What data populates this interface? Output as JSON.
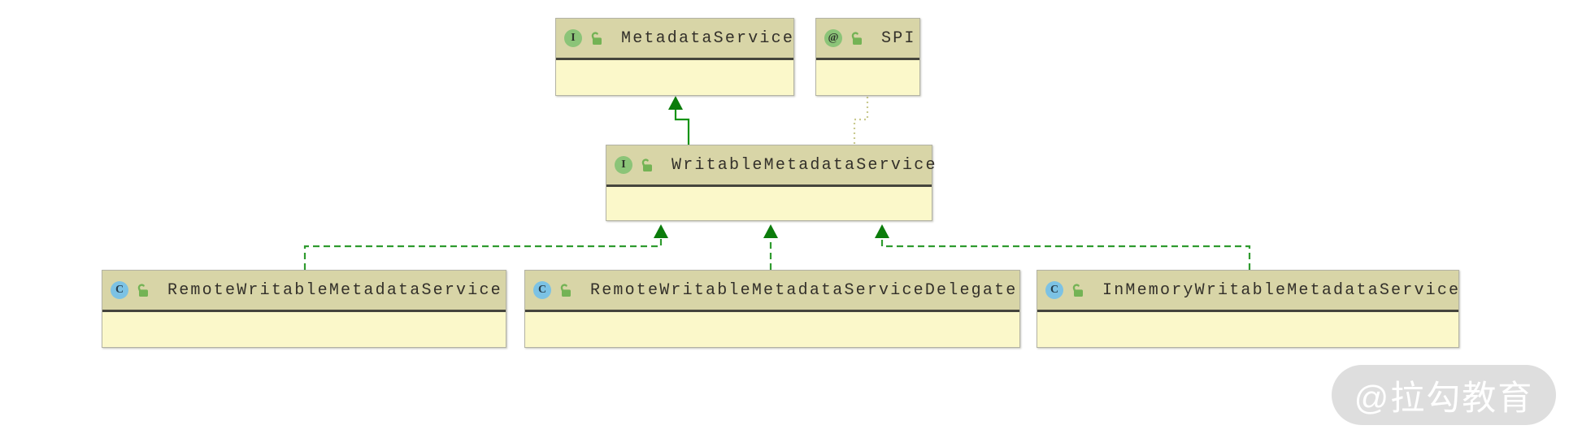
{
  "diagram": {
    "type": "uml-class-diagram",
    "nodes": [
      {
        "label": "MetadataService",
        "badge": "I",
        "badge_kind": "interface",
        "lock_icon": "unlocked-padlock"
      },
      {
        "label": "SPI",
        "badge": "@",
        "badge_kind": "annotation",
        "lock_icon": "unlocked-padlock"
      },
      {
        "label": "WritableMetadataService",
        "badge": "I",
        "badge_kind": "interface",
        "lock_icon": "unlocked-padlock"
      },
      {
        "label": "RemoteWritableMetadataService",
        "badge": "C",
        "badge_kind": "class",
        "lock_icon": "unlocked-padlock"
      },
      {
        "label": "RemoteWritableMetadataServiceDelegate",
        "badge": "C",
        "badge_kind": "class",
        "lock_icon": "unlocked-padlock"
      },
      {
        "label": "InMemoryWritableMetadataService",
        "badge": "C",
        "badge_kind": "class",
        "lock_icon": "unlocked-padlock"
      }
    ],
    "edges": [
      {
        "from": "WritableMetadataService",
        "to": "MetadataService",
        "relation": "extends",
        "line_style": "solid-green-filled-arrow"
      },
      {
        "from": "WritableMetadataService",
        "to": "SPI",
        "relation": "annotation",
        "line_style": "dotted-olive"
      },
      {
        "from": "RemoteWritableMetadataService",
        "to": "WritableMetadataService",
        "relation": "implements",
        "line_style": "dashed-green-filled-arrow"
      },
      {
        "from": "RemoteWritableMetadataServiceDelegate",
        "to": "WritableMetadataService",
        "relation": "implements",
        "line_style": "dashed-green-filled-arrow"
      },
      {
        "from": "InMemoryWritableMetadataService",
        "to": "WritableMetadataService",
        "relation": "implements",
        "line_style": "dashed-green-filled-arrow"
      }
    ],
    "colors": {
      "node_header": "#d8d5a7",
      "node_body": "#fbf8ca",
      "node_border": "#b3b3a4",
      "header_separator": "#45453c",
      "interface_badge": "#8bc478",
      "annotation_badge": "#8bc478",
      "class_badge": "#7cc2e4",
      "padlock_green": "#74b355",
      "edge_dashed_green": "#2f9b2f",
      "edge_solid_green": "#149314",
      "arrowhead_green": "#0b7c0b",
      "edge_dotted_olive": "#c9c98e",
      "title_text": "#33302a"
    }
  },
  "watermark": {
    "text": "@拉勾教育"
  }
}
